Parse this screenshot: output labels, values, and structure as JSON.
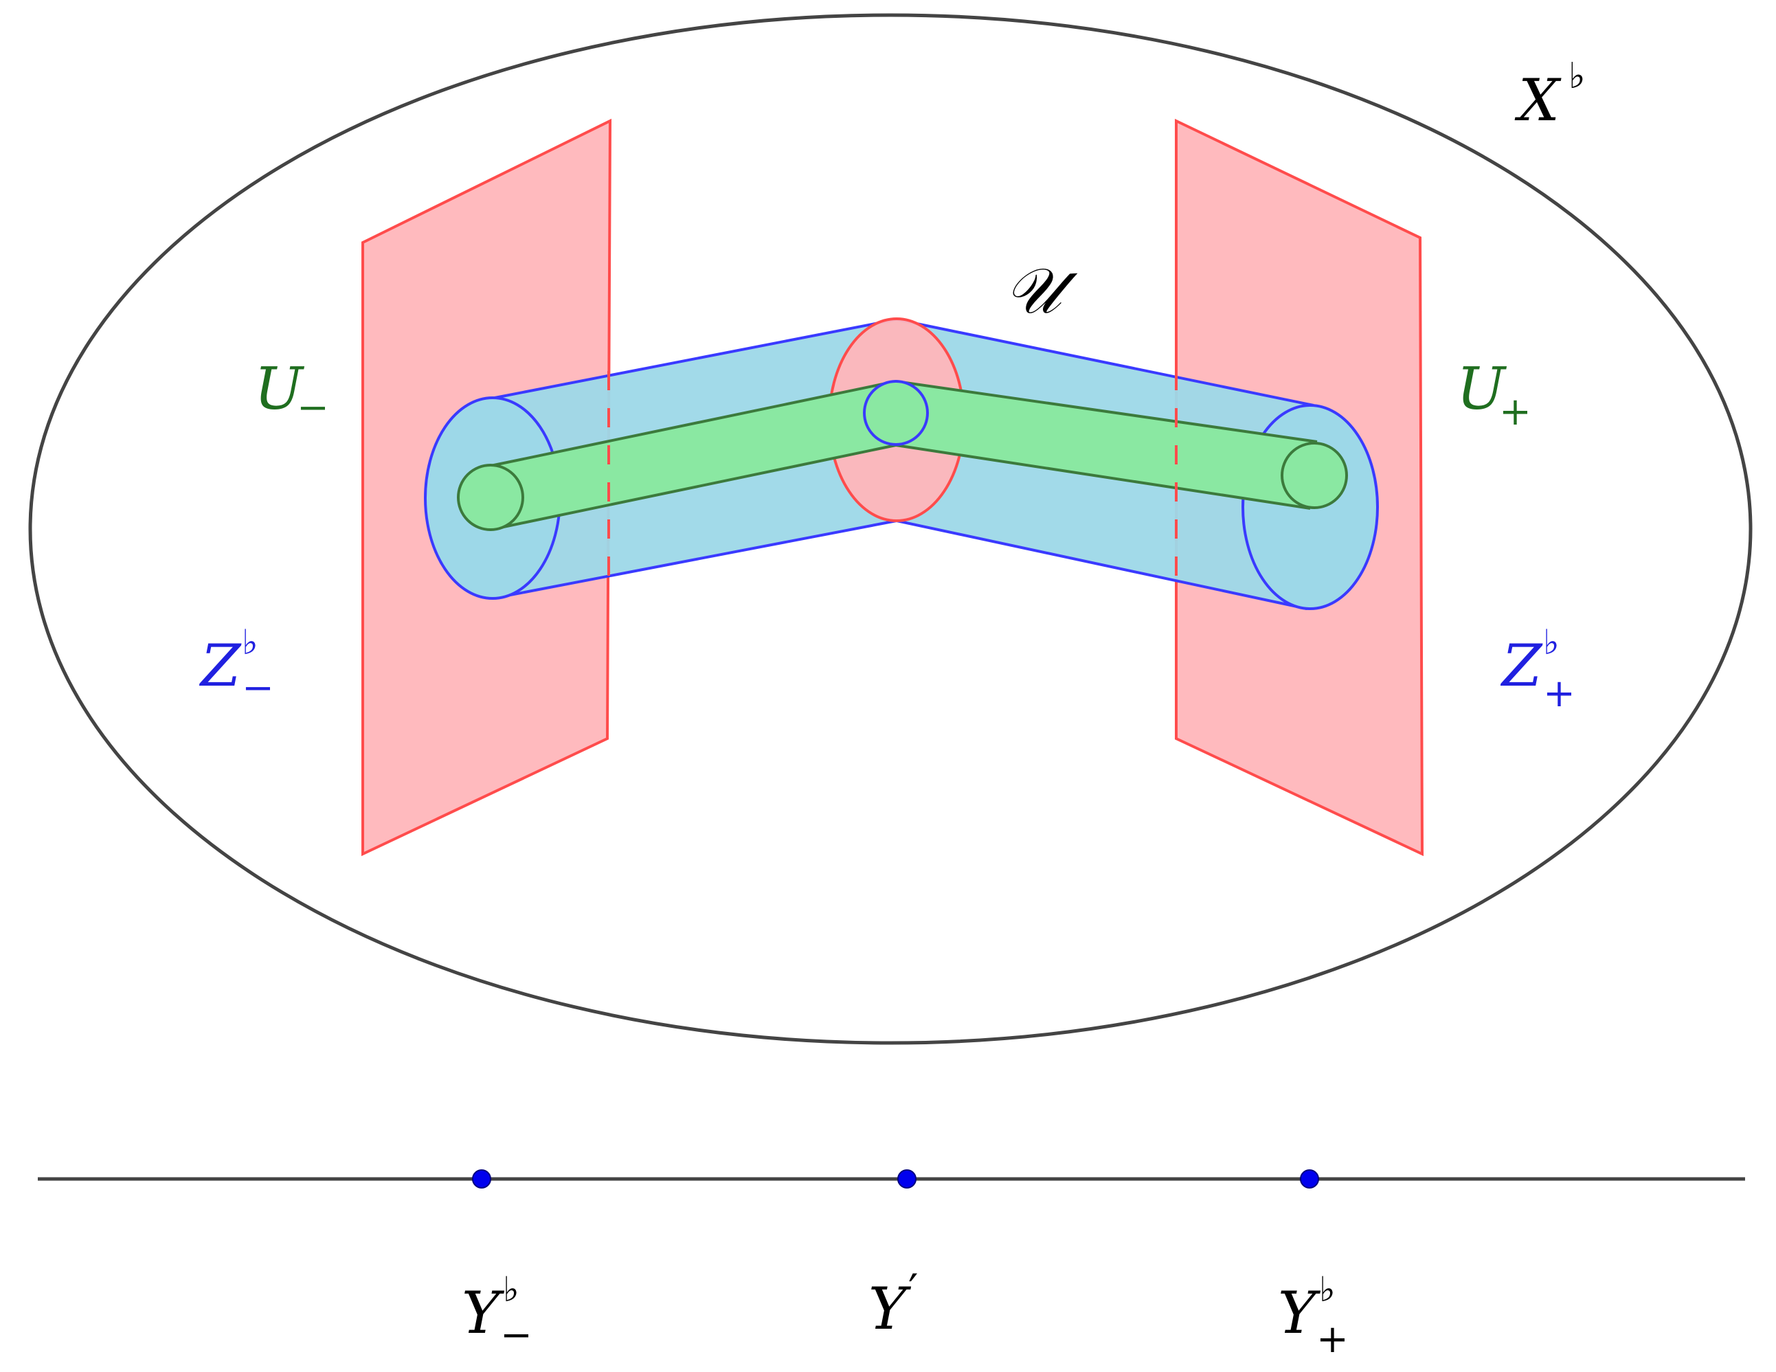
{
  "labels": {
    "x_space": {
      "main": "X",
      "sup": "♭"
    },
    "tube": {
      "main": "𝒰"
    },
    "u_minus": {
      "main": "U",
      "sub": "−"
    },
    "u_plus": {
      "main": "U",
      "sub": "+"
    },
    "z_minus": {
      "main": "Z",
      "sup": "♭",
      "sub": "−"
    },
    "z_plus": {
      "main": "Z",
      "sup": "♭",
      "sub": "+"
    },
    "y_minus": {
      "main": "Y",
      "sup": "♭",
      "sub": "−"
    },
    "y_prime": {
      "main": "Y",
      "sup": "′"
    },
    "y_plus": {
      "main": "Y",
      "sup": "♭",
      "sub": "+"
    }
  },
  "colors": {
    "outline": "#444444",
    "plane_fill": "#ffb6bb",
    "plane_stroke": "#ff4c4c",
    "tube_fill": "#9dd8e8",
    "tube_stroke": "#3a3aff",
    "core_fill": "#8ae8a2",
    "core_stroke": "#3c7a3c",
    "green_label": "#1f6e1f",
    "blue_label": "#2020e0",
    "point": "#0000ee"
  }
}
